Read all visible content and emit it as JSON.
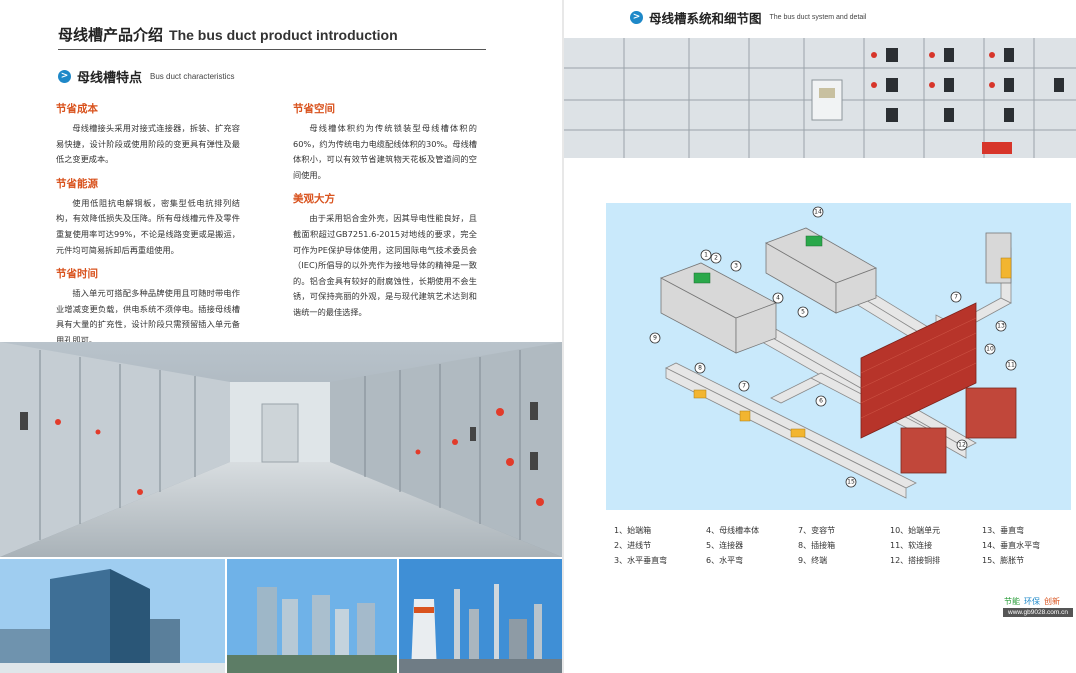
{
  "left": {
    "title_cn": "母线槽产品介绍",
    "title_en": "The bus duct product introduction",
    "section_cn": "母线槽特点",
    "section_en": "Bus duct characteristics",
    "col1": [
      {
        "head": "节省成本",
        "text": "母线槽接头采用对接式连接器，拆装、扩充容易快捷，设计阶段或使用阶段的变更具有弹性及最低之变更成本。"
      },
      {
        "head": "节省能源",
        "text": "使用低阻抗电解铜板，密集型低电抗排列结构，有效降低损失及压降。所有母线槽元件及零件重复使用率可达99%，不论是线路变更或是搬运，元件均可简易拆卸后再重组使用。"
      },
      {
        "head": "节省时间",
        "text": "插入单元可搭配多种品牌使用且可随时带电作业增减变更负载，供电系统不须停电。插接母线槽具有大量的扩充性，设计阶段只需预留插入单元备用孔即可。"
      }
    ],
    "col2": [
      {
        "head": "节省空间",
        "text": "母线槽体积约为传统锁装型母线槽体积的60%，约为传统电力电缆配线体积的30%。母线槽体积小，可以有效节省建筑物天花板及管道间的空间使用。"
      },
      {
        "head": "美观大方",
        "text": "由于采用铝合金外壳，因其导电性能良好，且截面积超过GB7251.6-2015对地线的要求，完全可作为PE保护导体使用，这同国际电气技术委员会（IEC)所倡导的以外壳作为接地导体的精神是一致的。铝合金具有较好的耐腐蚀性，长期使用不会生锈，可保持亮丽的外观，是与现代建筑艺术达到和谐统一的最佳选择。"
      }
    ]
  },
  "right": {
    "title_cn": "母线槽系统和细节图",
    "title_en": "The bus duct system and detail",
    "legend": [
      [
        "1、始端箱",
        "4、母线槽本体",
        "7、变容节",
        "10、始端单元",
        "13、垂直弯"
      ],
      [
        "2、进线节",
        "5、连接器",
        "8、插接箱",
        "11、软连接",
        "14、垂直水平弯"
      ],
      [
        "3、水平垂直弯",
        "6、水平弯",
        "9、终端",
        "12、搭接铜排",
        "15、膨胀节"
      ]
    ],
    "slogan": [
      "节能",
      "环保",
      "创新"
    ],
    "website": "www.gb9028.com.cn",
    "callouts": [
      "1",
      "2",
      "3",
      "4",
      "5",
      "6",
      "7",
      "8",
      "7",
      "9",
      "10",
      "11",
      "12",
      "13",
      "14",
      "15"
    ]
  },
  "colors": {
    "accent_orange": "#d9531e",
    "accent_blue": "#1e88c8",
    "diagram_bg": "#c9e9fb",
    "slogan_green": "#2a9d3a"
  },
  "icons": [
    "chevron-right-icon"
  ]
}
